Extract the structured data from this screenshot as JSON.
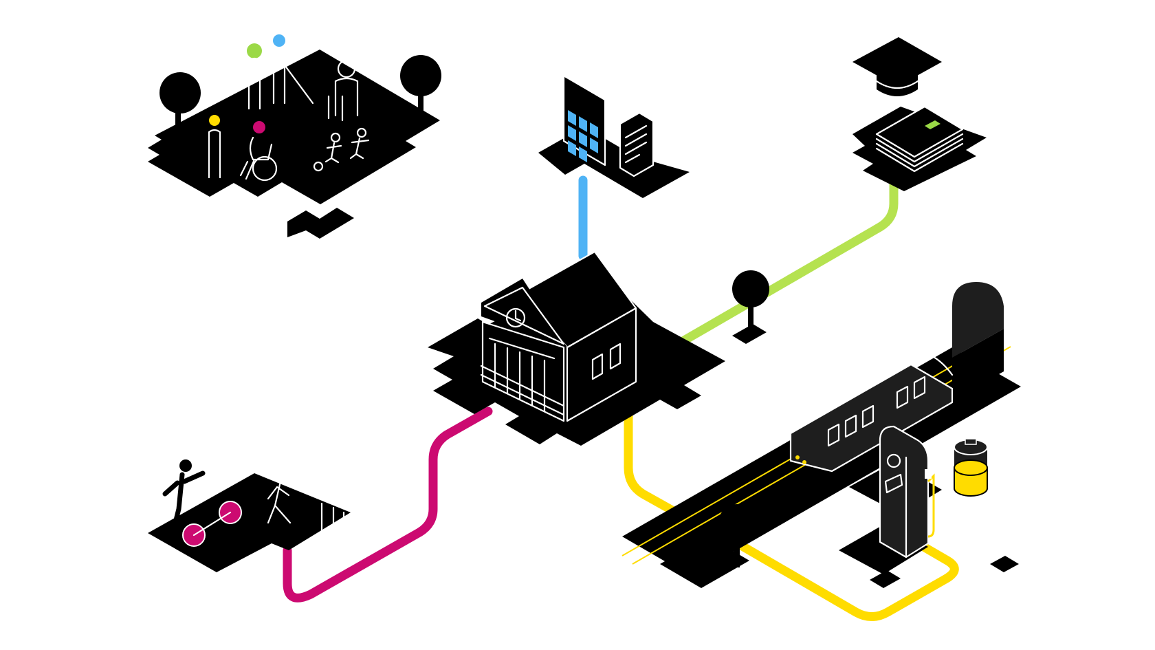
{
  "palette": {
    "background": "#ffffff",
    "ink": "#000000",
    "route_blue": "#4fb3f5",
    "route_green": "#b5e250",
    "route_magenta": "#cc0a71",
    "route_yellow": "#ffdc00",
    "accent_yellow": "#ffdc00",
    "accent_green": "#9bd947",
    "accent_blue": "#4fb3f5",
    "accent_magenta": "#cc0a71",
    "dark_gray": "#1e1e1e"
  },
  "scene": {
    "hub": {
      "icon": "town-hall-icon"
    },
    "districts": [
      {
        "id": "community",
        "icon": "people-icon"
      },
      {
        "id": "office",
        "icon": "office-building-icon"
      },
      {
        "id": "education",
        "icon": "graduation-cap-icon"
      },
      {
        "id": "mobility",
        "icon": "segway-icon"
      },
      {
        "id": "transport",
        "icon": "train-icon"
      }
    ],
    "routes": [
      "blue",
      "green",
      "magenta",
      "yellow"
    ]
  }
}
